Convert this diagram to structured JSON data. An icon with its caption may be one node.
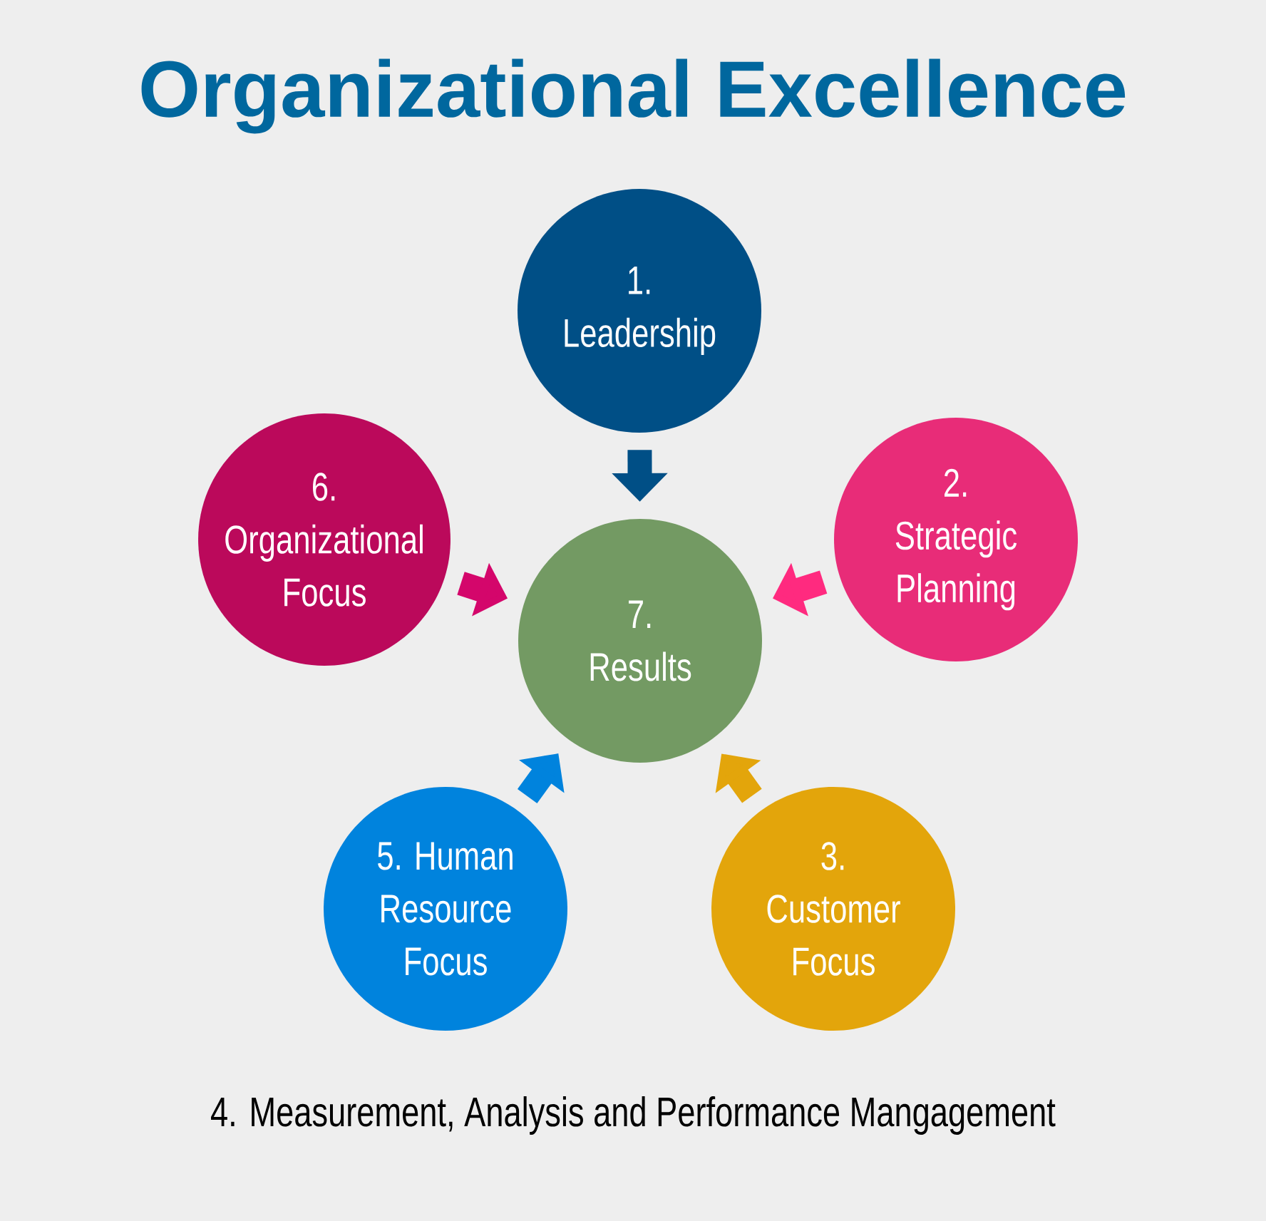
{
  "diagram": {
    "title": "Organizational Excellence",
    "nodes": [
      {
        "text": [
          "1. Leadership"
        ]
      },
      {
        "text": [
          "2. Strategic Planning"
        ]
      },
      {
        "text": [
          "3. Customer Focus"
        ]
      },
      {
        "text": [
          "5. Human Resource Focus"
        ]
      },
      {
        "text": [
          "6. Organizational Focus"
        ]
      },
      {
        "text": [
          "7. Results"
        ]
      }
    ],
    "edges": [
      {
        "from": 0,
        "to": 5,
        "arrow": "to",
        "color": "#004f86"
      },
      {
        "from": 1,
        "to": 5,
        "arrow": "to",
        "color": "#ff2a7f"
      },
      {
        "from": 2,
        "to": 5,
        "arrow": "to",
        "color": "#e3a50b"
      },
      {
        "from": 3,
        "to": 5,
        "arrow": "to",
        "color": "#0083dd"
      },
      {
        "from": 4,
        "to": 5,
        "arrow": "to",
        "color": "#d4066b"
      }
    ],
    "labels": [
      "4. Measurement, Analysis and Performance Mangagement"
    ]
  }
}
